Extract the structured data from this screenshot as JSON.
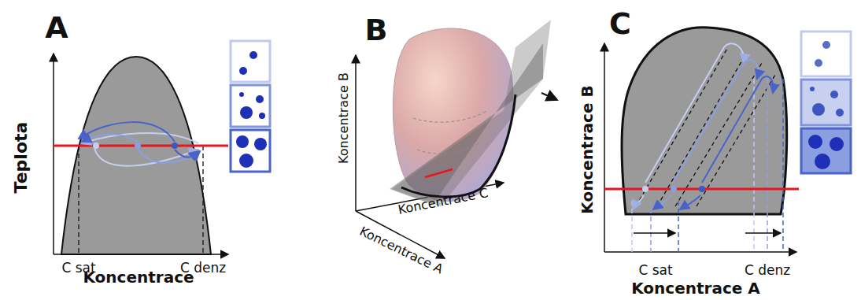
{
  "diagram": {
    "labels": [
      "A",
      "Teplota",
      "Koncentrace",
      "C sat",
      "C denz",
      "B",
      "Koncentrace B",
      "Koncentrace C",
      "Koncentrace A",
      "C",
      "Koncentrace B",
      "Koncentrace A",
      "C sat",
      "C denz"
    ]
  }
}
